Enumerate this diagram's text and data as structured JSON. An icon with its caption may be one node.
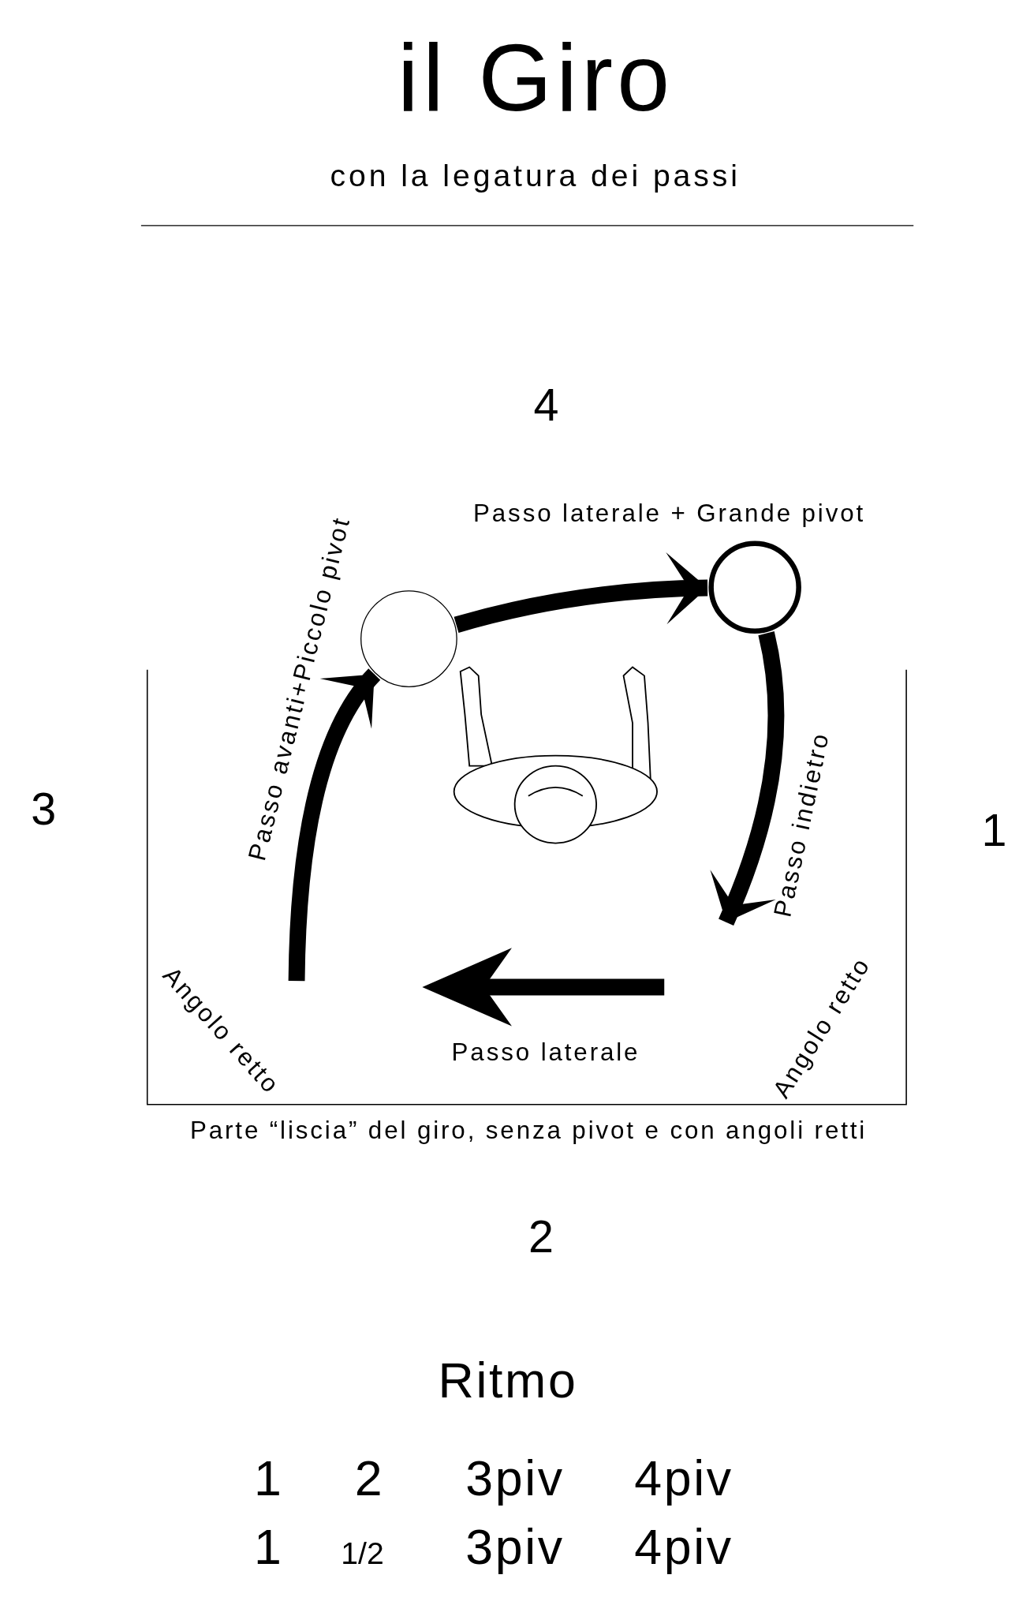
{
  "diagram": {
    "title": "il Giro",
    "nodes": [
      {
        "text": [],
        "shape": "circle"
      },
      {
        "text": [],
        "shape": "circle"
      },
      {
        "text": [],
        "shape": "picture"
      }
    ],
    "edges": [
      {
        "from": 0,
        "to": 1,
        "arrow": "to",
        "label": "Passo laterale + Grande pivot"
      },
      {
        "from": 1,
        "to": null,
        "arrow": "to",
        "label": "Passo indietro"
      },
      {
        "from": null,
        "to": 0,
        "arrow": "to",
        "label": "Passo avanti+Piccolo pivot"
      }
    ],
    "labels": [
      "con la legatura dei passi",
      "4",
      "3",
      "1",
      "2",
      "Angolo retto",
      "Angolo retto",
      "Passo laterale",
      "Parte “liscia” del giro, senza pivot e con angoli retti",
      "Ritmo",
      "1",
      "2",
      "3piv",
      "4piv",
      "1",
      "1/2",
      "3piv",
      "4piv"
    ]
  }
}
